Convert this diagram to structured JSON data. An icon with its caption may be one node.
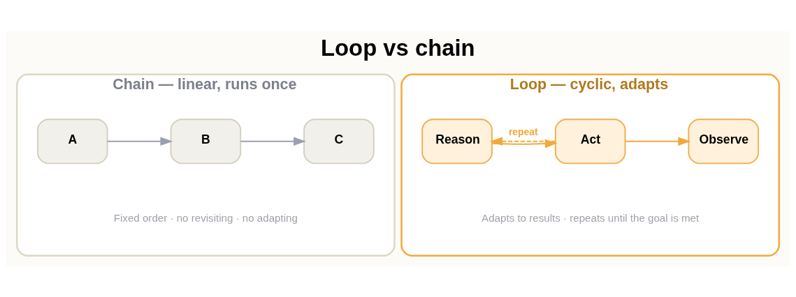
{
  "diagram": {
    "title": "Loop vs chain",
    "nodes": [
      {
        "text": [
          "Chain — linear, runs once",
          "Fixed order · no revisiting · no adapting"
        ]
      },
      {
        "text": [
          "A"
        ],
        "in": 0
      },
      {
        "text": [
          "B"
        ],
        "in": 0
      },
      {
        "text": [
          "C"
        ],
        "in": 0
      },
      {
        "text": [
          "Loop — cyclic, adapts",
          "Adapts to results · repeats until the goal is met"
        ]
      },
      {
        "text": [
          "Reason"
        ],
        "in": 4
      },
      {
        "text": [
          "Act"
        ],
        "in": 4
      },
      {
        "text": [
          "Observe"
        ],
        "in": 4
      }
    ],
    "edges": [
      {
        "from": 1,
        "to": 2,
        "arrow": "to",
        "color": "#9aa0ad"
      },
      {
        "from": 2,
        "to": 3,
        "arrow": "to",
        "color": "#9aa0ad"
      },
      {
        "from": 5,
        "to": 6,
        "arrow": "to",
        "color": "#f2a93b"
      },
      {
        "from": 6,
        "to": 7,
        "arrow": "to",
        "color": "#f2a93b"
      },
      {
        "from": 6,
        "to": 5,
        "arrow": "to",
        "label": "repeat",
        "style": "dashed",
        "color": "#f2a93b"
      }
    ]
  }
}
